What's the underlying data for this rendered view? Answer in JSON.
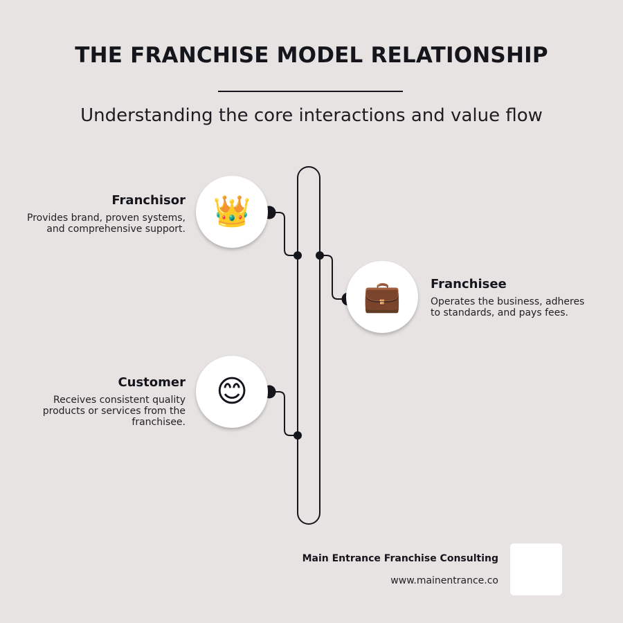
{
  "header": {
    "title": "THE FRANCHISE MODEL RELATIONSHIP",
    "subtitle": "Understanding the core interactions and value flow"
  },
  "roles": {
    "franchisor": {
      "icon": "crown-icon",
      "glyph": "👑",
      "name": "Franchisor",
      "description": "Provides brand, proven systems, and comprehensive support."
    },
    "franchisee": {
      "icon": "briefcase-icon",
      "glyph": "💼",
      "name": "Franchisee",
      "description": "Operates the business, adheres to standards, and pays fees."
    },
    "customer": {
      "icon": "smiling-face-icon",
      "glyph": "😊",
      "name": "Customer",
      "description": "Receives consistent quality products or services from the franchisee."
    }
  },
  "footer": {
    "company": "Main Entrance Franchise Consulting",
    "website": "www.mainentrance.co"
  },
  "colors": {
    "background": "#e6e3e2",
    "ink": "#15151c",
    "node_fill": "#ffffff"
  }
}
